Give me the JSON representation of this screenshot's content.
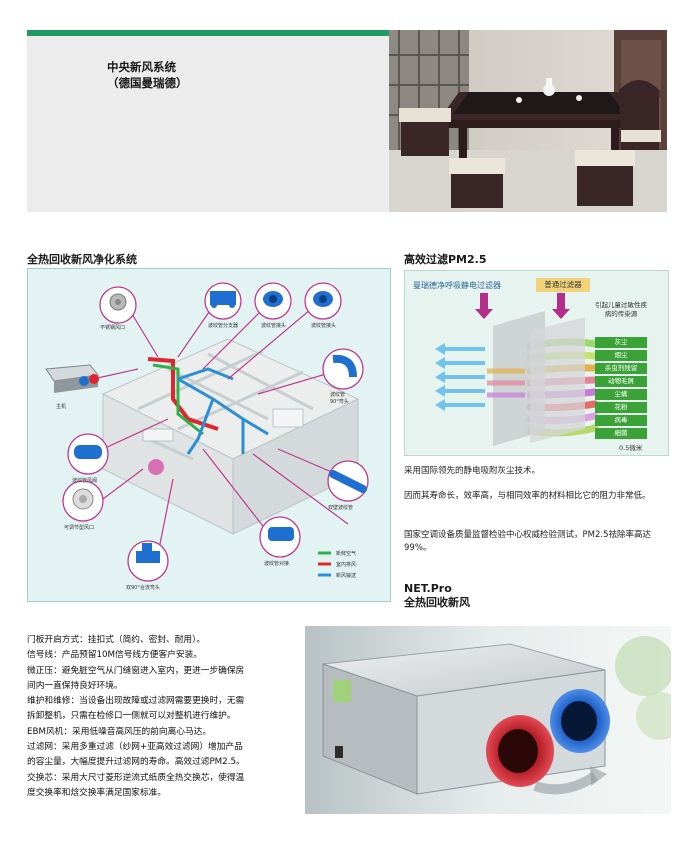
{
  "header": {
    "title": "中央新风系统",
    "subtitle": "（德国曼瑞德）"
  },
  "sections": {
    "system": "全热回收新风净化系统",
    "pm": "高效过滤PM2.5"
  },
  "diagram": {
    "labels": {
      "vent_stainless": "不锈钢风口",
      "split_box": "波纹管分支器",
      "connector": "波纹管接头",
      "duct_head": "波纹管接头",
      "elbow90": "波纹管\n90°弯头",
      "main_unit": "主机",
      "duct_flange": "波纹管风阀",
      "adj_vent": "可调节型风口",
      "double_duct": "双壁波纹管",
      "y90": "双90°合流弯头",
      "duct_pair": "波纹管对接"
    },
    "legend": [
      {
        "label": "新鲜空气",
        "color": "#2bb34a"
      },
      {
        "label": "室内排风",
        "color": "#e0262c"
      },
      {
        "label": "新风输送",
        "color": "#2b8fd6"
      }
    ]
  },
  "pm_panel": {
    "filter_label": "曼瑞德净呼吸静电过滤器",
    "normal_label": "普通过滤器",
    "list_title": "引起儿童过敏性疾病的传染源",
    "items": [
      "灰尘",
      "烟尘",
      "杀虫剂残留",
      "动物毛屑",
      "尘螨",
      "花粉",
      "病毒",
      "细菌"
    ],
    "foot": "0.5微米"
  },
  "pm_text": [
    "采用国际领先的静电吸附灰尘技术。",
    "因而其寿命长，效率高，与相同效率的材料相比它的阻力非常低。",
    "国家空调设备质量监督检验中心权威检验测试，PM2.5祛除率高达99%。"
  ],
  "netpro": {
    "title": "NET.Pro",
    "subtitle": "全热回收新风"
  },
  "features": [
    "门板开启方式：挂扣式（简约、密封、耐用）。",
    "信号线：产品预留10M信号线方便客户安装。",
    "微正压：避免脏空气从门缝窗进入室内，更进一步确保房",
    "间内一直保持良好环境。",
    "维护和维修：当设备出现故障或过滤网需要更换时，无需",
    "拆卸整机，只需在检修口一侧就可以对整机进行维护。",
    "EBM风机：采用低噪音高风压的前向离心马达。",
    "过滤网：采用多重过滤（纱网+亚高效过滤网）增加产品",
    "的容尘量，大幅度提升过滤网的寿命。高效过滤PM2.5。",
    "交换芯：采用大尺寸菱形逆流式纸质全热交换芯，使得温",
    "度交换率和焓交换率满足国家标准。"
  ],
  "colors": {
    "accent_green": "#1e9a62",
    "magenta": "#c0398e",
    "duct_blue": "#1f6fd0",
    "item_green": "#3aa236"
  }
}
